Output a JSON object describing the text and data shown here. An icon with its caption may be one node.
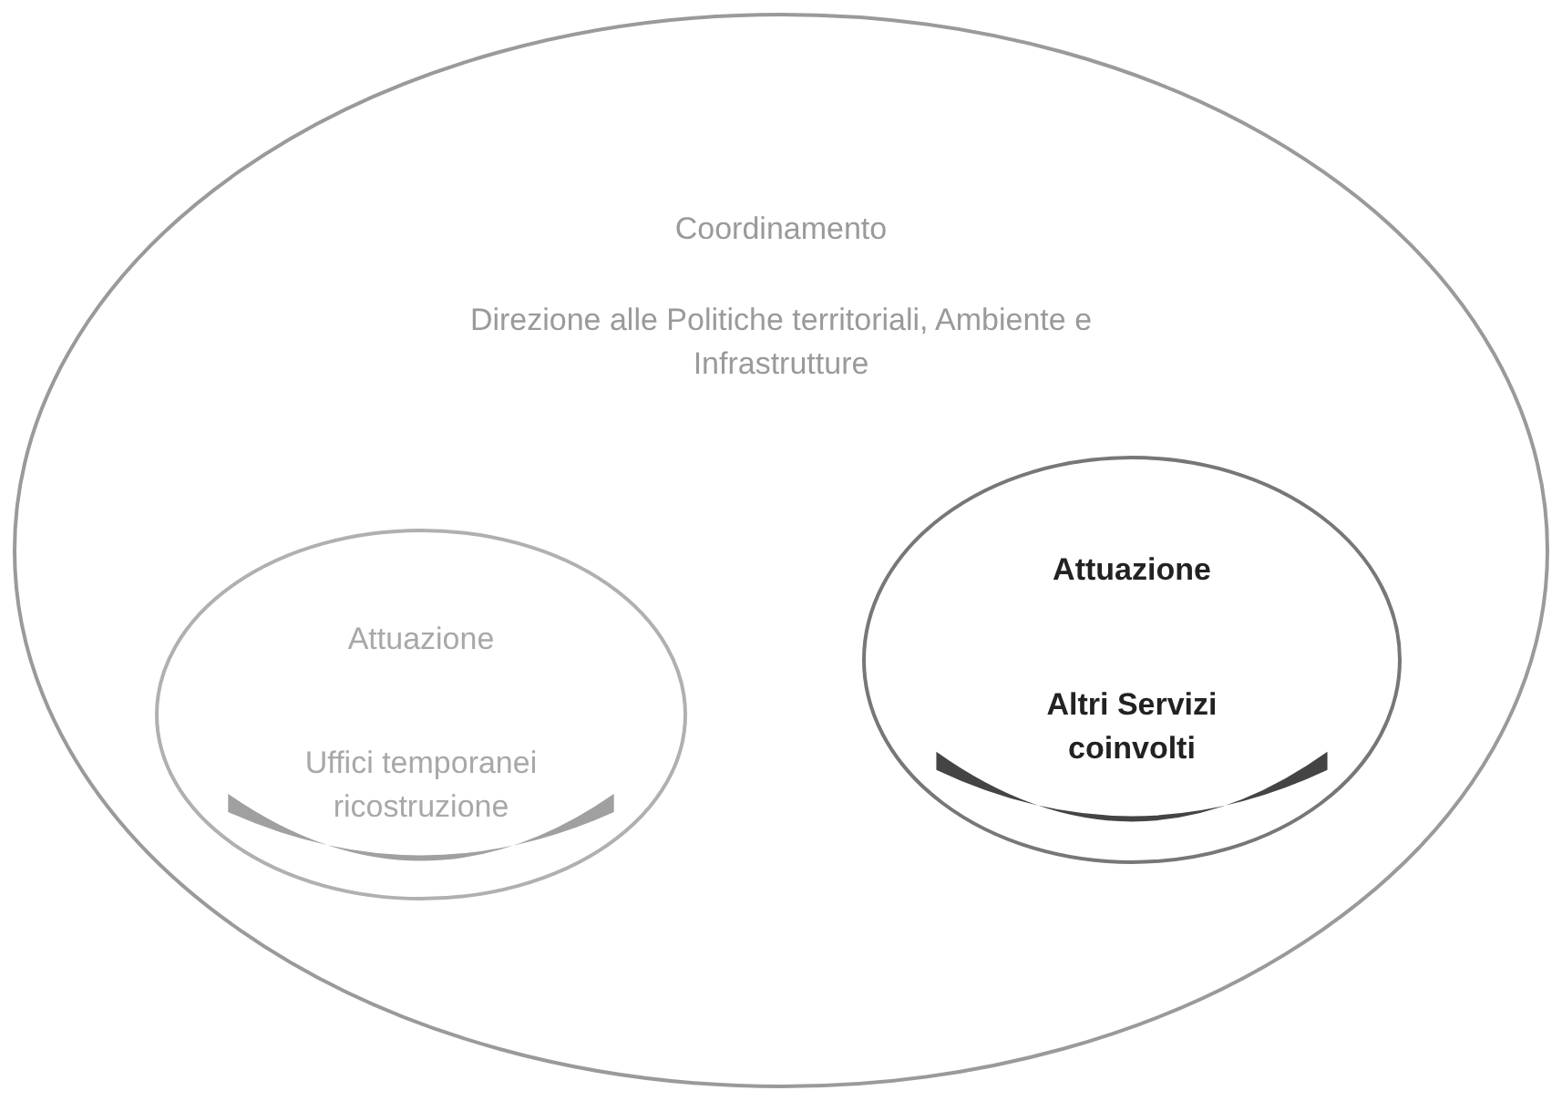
{
  "diagram": {
    "nodes": [
      {
        "text": [
          "Coordinamento",
          "Direzione alle Politiche territoriali, Ambiente e Infrastrutture"
        ]
      },
      {
        "text": [
          "Attuazione",
          "Uffici temporanei ricostruzione"
        ],
        "in": 0
      },
      {
        "text": [
          "Attuazione",
          "Altri Servizi coinvolti"
        ],
        "in": 0
      }
    ],
    "edges": []
  }
}
